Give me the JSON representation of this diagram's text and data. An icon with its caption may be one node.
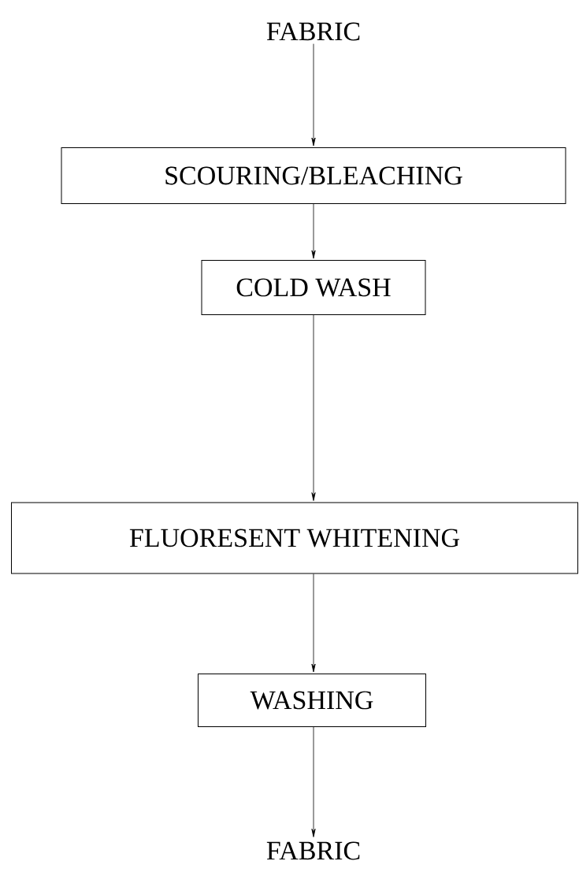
{
  "diagram": {
    "nodes": [
      {
        "text": [
          "FABRIC"
        ]
      },
      {
        "text": [
          "SCOURING/BLEACHING"
        ]
      },
      {
        "text": [
          "COLD WASH"
        ]
      },
      {
        "text": [
          "FLUORESENT WHITENING"
        ]
      },
      {
        "text": [
          "WASHING"
        ]
      },
      {
        "text": [
          "FABRIC"
        ]
      }
    ],
    "edges": [
      {
        "from": 0,
        "to": 1,
        "arrow": "to"
      },
      {
        "from": 1,
        "to": 2,
        "arrow": "to"
      },
      {
        "from": 2,
        "to": 3,
        "arrow": "to"
      },
      {
        "from": 3,
        "to": 4,
        "arrow": "to"
      },
      {
        "from": 4,
        "to": 5,
        "arrow": "to"
      }
    ]
  }
}
